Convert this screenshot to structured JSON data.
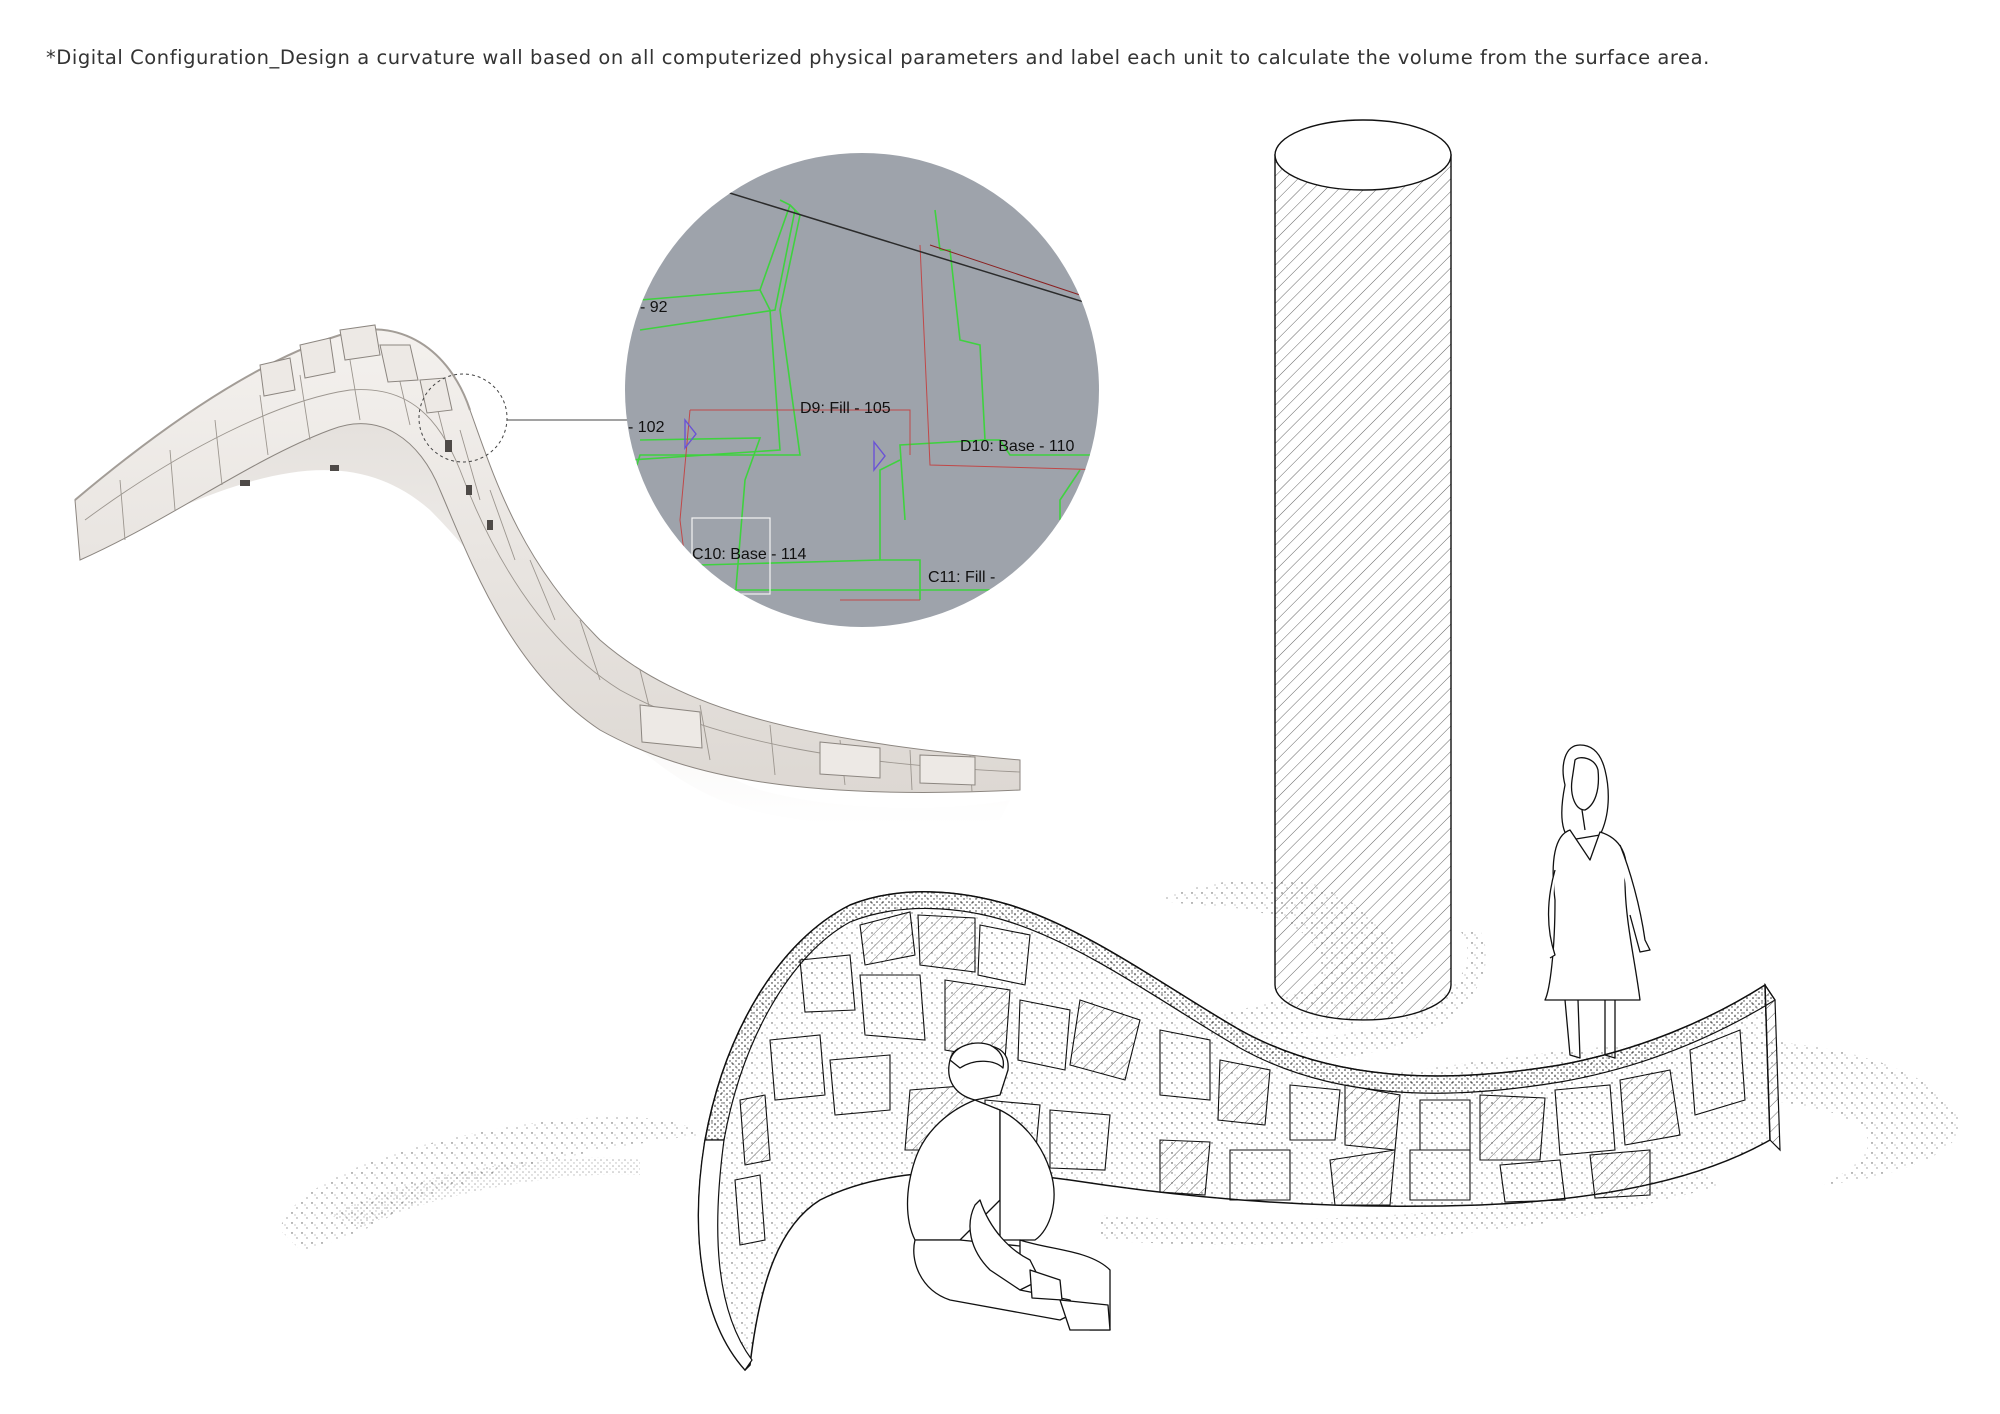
{
  "caption": "*Digital Configuration_Design a curvature wall based on all computerized physical parameters and label each unit to calculate the volume from the surface area.",
  "zoom_labels": [
    "- 92",
    "- 102",
    "D9: Fill - 105",
    "D10: Base - 110",
    "C10: Base - 114",
    "C11: Fill -"
  ],
  "colors": {
    "zoom_background": "#9ea3ab",
    "unit_outline": "#3fd23f",
    "base_outline": "#c04848",
    "ink": "#111111"
  }
}
